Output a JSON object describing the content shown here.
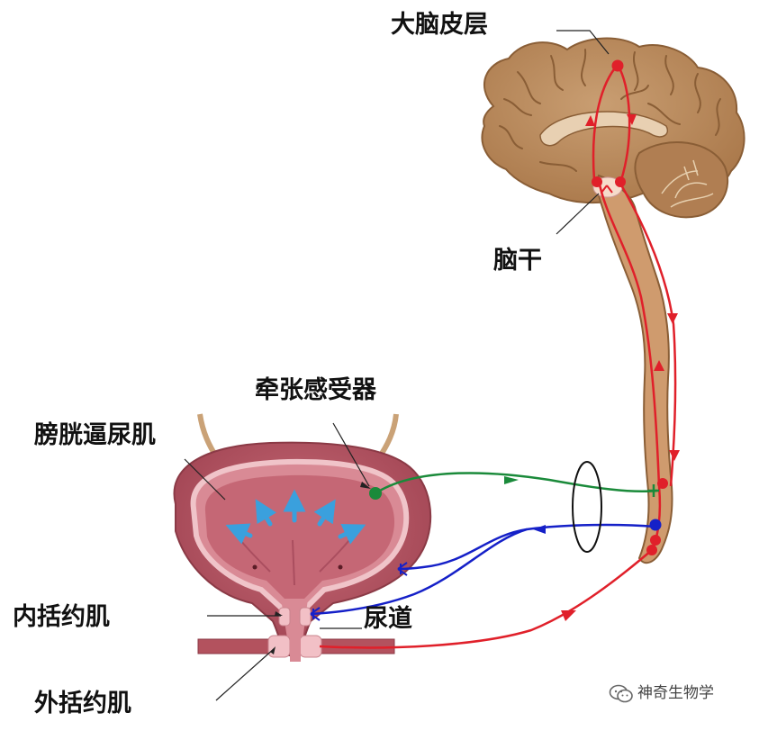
{
  "labels": {
    "cortex": "大脑皮层",
    "brainstem": "脑干",
    "stretch_receptor": "牵张感受器",
    "detrusor": "膀胱逼尿肌",
    "internal_sphincter": "内括约肌",
    "urethra": "尿道",
    "external_sphincter": "外括约肌"
  },
  "watermark": {
    "text": "神奇生物学",
    "icon": "wechat-icon"
  },
  "colors": {
    "sensory_pathway": "#1a8a3a",
    "parasympathetic_pathway": "#1520c8",
    "motor_pathway": "#e0202a",
    "brain": "#b98a5e",
    "bladder": "#b3525e",
    "stretch_arrows": "#3aa0dd"
  }
}
